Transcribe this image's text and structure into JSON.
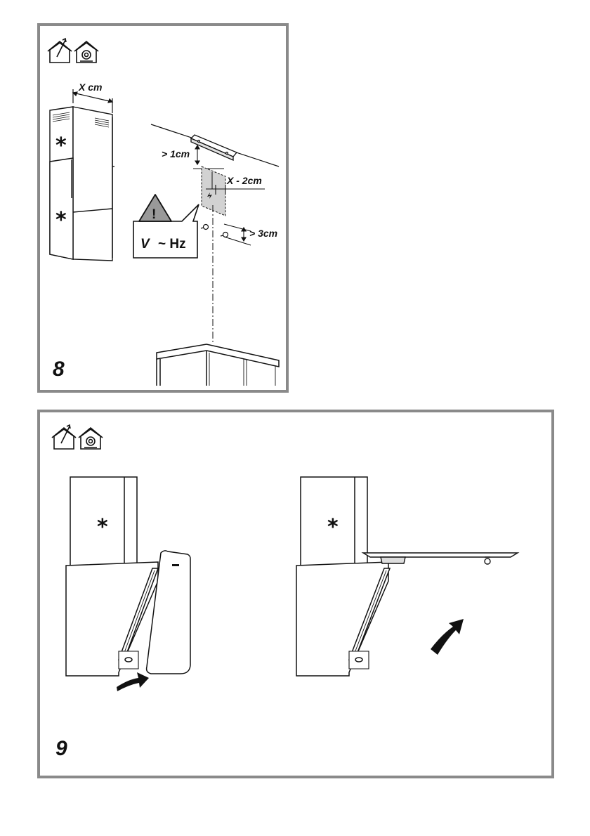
{
  "step8": {
    "number": "8",
    "dim_width": "X cm",
    "dim_top": "> 1cm",
    "dim_bracket": "X - 2cm",
    "dim_bottom": "> 3cm",
    "warn_exclaim": "!",
    "warn_voltage": "V",
    "warn_freq": "~ Hz",
    "chimney_marker": "*",
    "icons": [
      "house-extraction-icon",
      "house-recirculation-icon"
    ]
  },
  "step9": {
    "number": "9",
    "chimney_marker": "*",
    "icons": [
      "house-extraction-icon",
      "house-recirculation-icon"
    ]
  }
}
